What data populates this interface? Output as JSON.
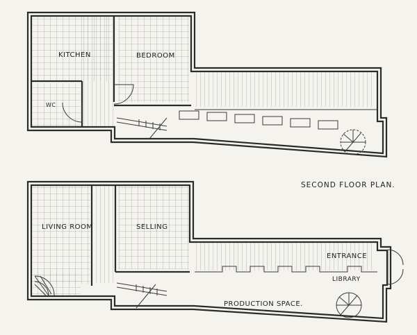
{
  "upper_plan": {
    "rooms": {
      "kitchen": "KITCHEN",
      "bedroom": "BEDROOM",
      "wc": "WC"
    },
    "title": "SECOND FLOOR PLAN."
  },
  "lower_plan": {
    "rooms": {
      "living_room": "LIVING ROOM",
      "selling": "SELLING",
      "entrance": "ENTRANCE",
      "library": "LIBRARY",
      "production_space": "PRODUCTION SPACE."
    }
  }
}
